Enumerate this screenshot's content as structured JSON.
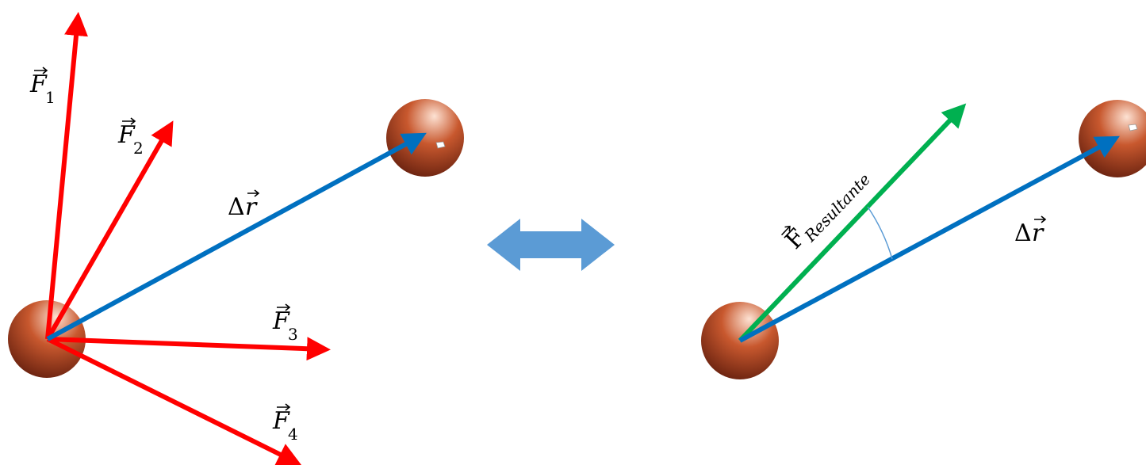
{
  "colors": {
    "force": "#ff0000",
    "displacement": "#0070c0",
    "resultant": "#00b050",
    "double_arrow": "#5b9bd5",
    "angle_arc": "#5b9bd5",
    "sphere_light": "#fde2d3",
    "sphere_mid": "#c8582e",
    "sphere_dark": "#6b2310"
  },
  "left_panel": {
    "forces": [
      {
        "symbol": "F",
        "subscript": "1"
      },
      {
        "symbol": "F",
        "subscript": "2"
      },
      {
        "symbol": "F",
        "subscript": "3"
      },
      {
        "symbol": "F",
        "subscript": "4"
      }
    ],
    "displacement": {
      "delta": "Δ",
      "symbol": "r"
    }
  },
  "right_panel": {
    "resultant": {
      "symbol": "F",
      "subscript": "Resultante"
    },
    "displacement": {
      "delta": "Δ",
      "symbol": "r"
    }
  },
  "icons": {
    "equivalence": "double-headed-arrow-icon",
    "particle": "sphere-icon"
  }
}
